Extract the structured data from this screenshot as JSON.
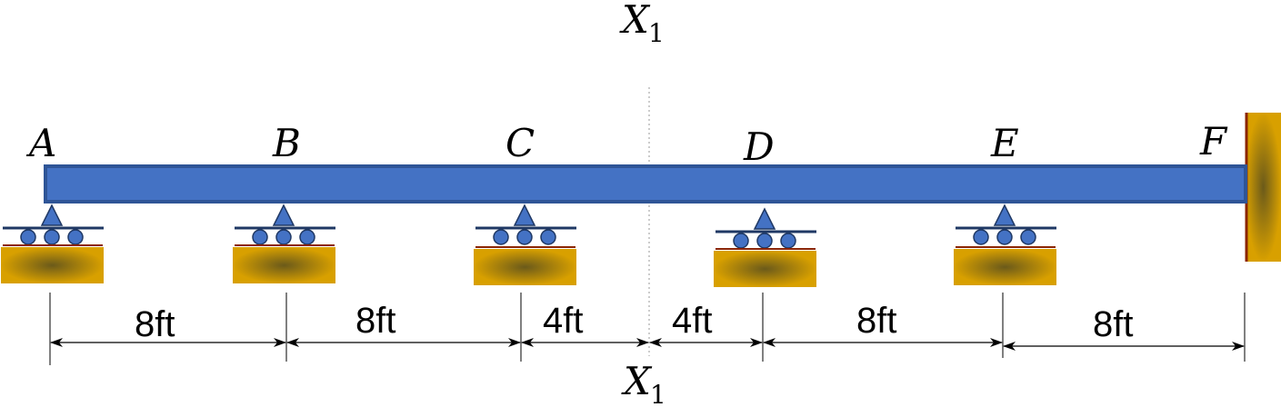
{
  "section_label": {
    "main": "X",
    "sub": "1"
  },
  "beam": {
    "color": "#4472c4",
    "stroke": "#2f5597"
  },
  "support_colors": {
    "base_light": "#d8a000",
    "base_dark": "#6b5a1a",
    "roller": "#4472c4",
    "line": "#1f3864"
  },
  "wall_color": "#d8a000",
  "supports": [
    {
      "id": "A",
      "label": "A",
      "type": "roller"
    },
    {
      "id": "B",
      "label": "B",
      "type": "roller"
    },
    {
      "id": "C",
      "label": "C",
      "type": "roller"
    },
    {
      "id": "D",
      "label": "D",
      "type": "roller"
    },
    {
      "id": "E",
      "label": "E",
      "type": "roller"
    },
    {
      "id": "F",
      "label": "F",
      "type": "fixed"
    }
  ],
  "dimensions": [
    "8ft",
    "8ft",
    "4ft",
    "4ft",
    "8ft",
    "8ft"
  ]
}
